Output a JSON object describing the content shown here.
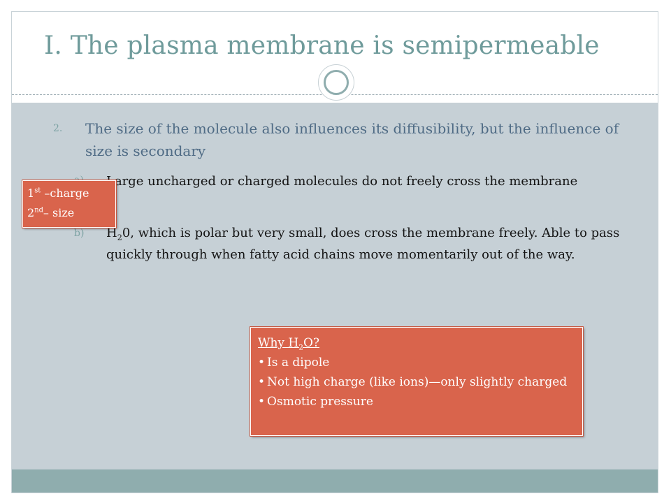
{
  "slide": {
    "title": "I. The plasma membrane is semipermeable",
    "points": [
      {
        "marker": "2.",
        "text": "The size of the molecule also influences its diffusibility, but the influence of size is secondary"
      },
      {
        "marker": "a)",
        "text": "Large uncharged or charged molecules do not freely cross the membrane"
      },
      {
        "marker": "b)",
        "text_prefix": "H",
        "text_sub": "2",
        "text_rest": "0, which is polar but very small, does cross the membrane freely.  Able to pass quickly through when fatty acid chains move momentarily out of the way."
      }
    ]
  },
  "callouts": {
    "left": {
      "line1_num": "1",
      "line1_sup": "st",
      "line1_rest": " –charge",
      "line2_num": "2",
      "line2_sup": "nd",
      "line2_rest": "– size"
    },
    "right": {
      "heading_prefix": "Why H",
      "heading_sub": "2",
      "heading_rest": "O?",
      "items": [
        "Is a dipole",
        "Not high charge (like ions)—only slightly charged",
        "Osmotic pressure"
      ]
    }
  },
  "colors": {
    "title": "#6f9b9b",
    "content_bg": "#c6d0d6",
    "footer_bg": "#8fadae",
    "callout_bg": "#d9644c",
    "main_point_text": "#4f6b85"
  }
}
